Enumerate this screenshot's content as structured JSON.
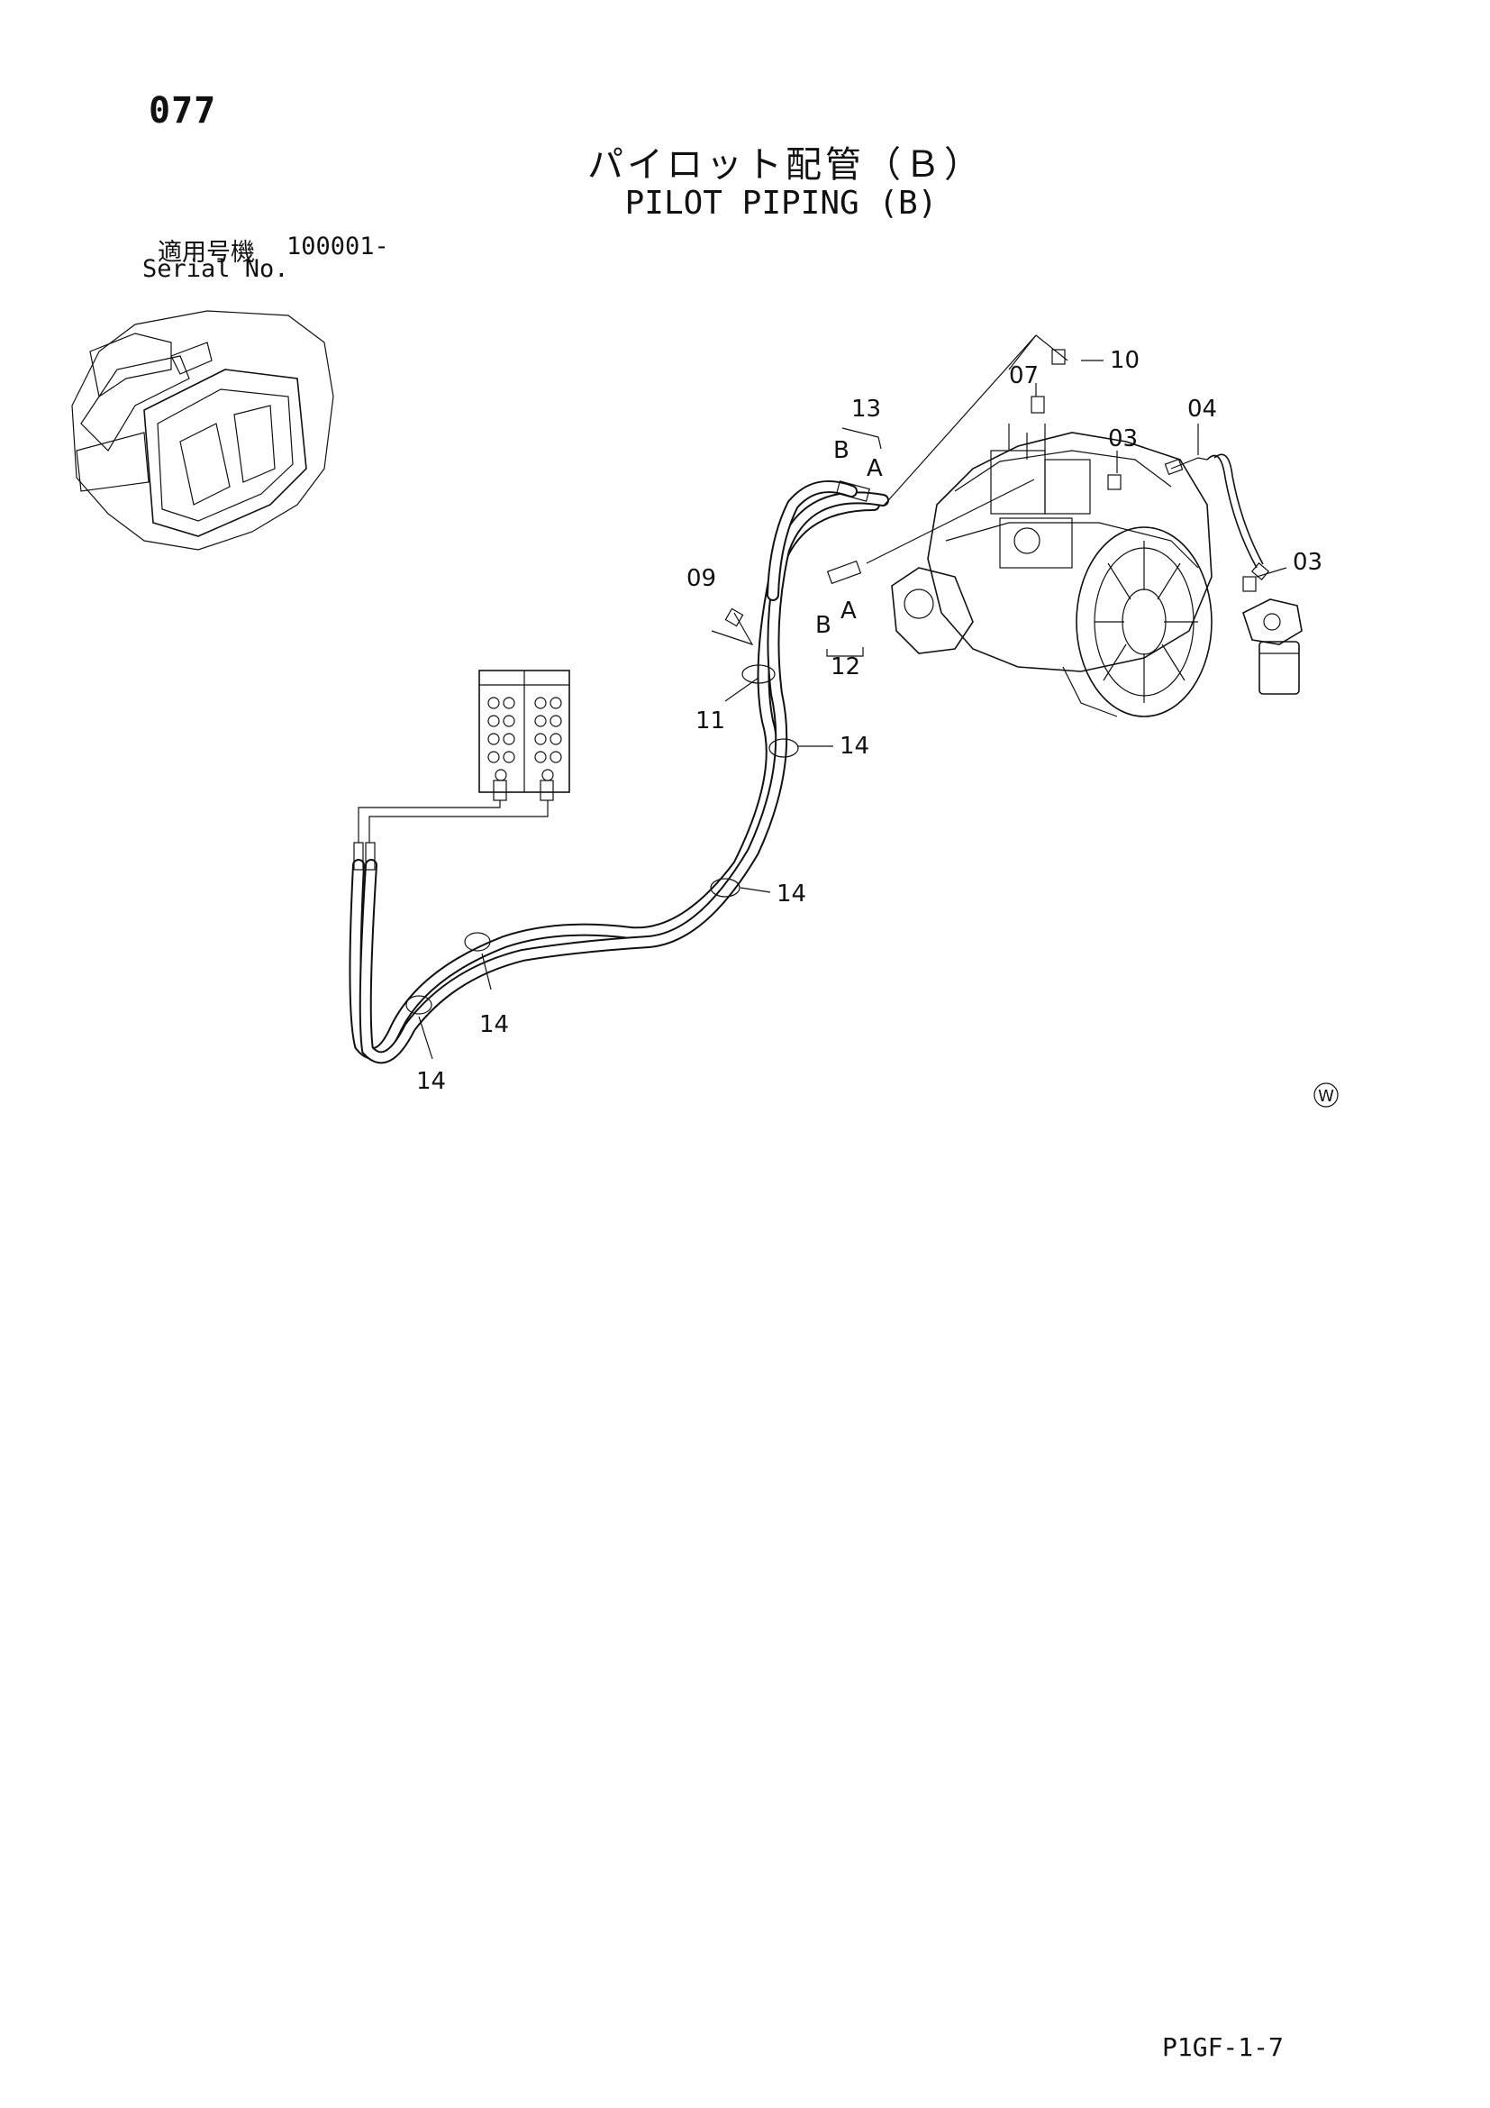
{
  "page": {
    "number": "077",
    "title_jp": "パイロット配管（Ｂ）",
    "title_en": "PILOT PIPING (B)",
    "serial_label_jp": "適用号機",
    "serial_value": "100001-",
    "serial_label_en": "Serial No.",
    "doc_code": "P1GF-1-7"
  },
  "callouts": {
    "c03a": "03",
    "c03b": "03",
    "c04": "04",
    "c07": "07",
    "c09": "09",
    "c10": "10",
    "c11": "11",
    "c12": "12",
    "c13": "13",
    "c14a": "14",
    "c14b": "14",
    "c14c": "14",
    "c14d": "14"
  },
  "port_labels": {
    "a_upper": "A",
    "b_upper": "B",
    "a_lower": "A",
    "b_lower": "B"
  },
  "mark": "W"
}
